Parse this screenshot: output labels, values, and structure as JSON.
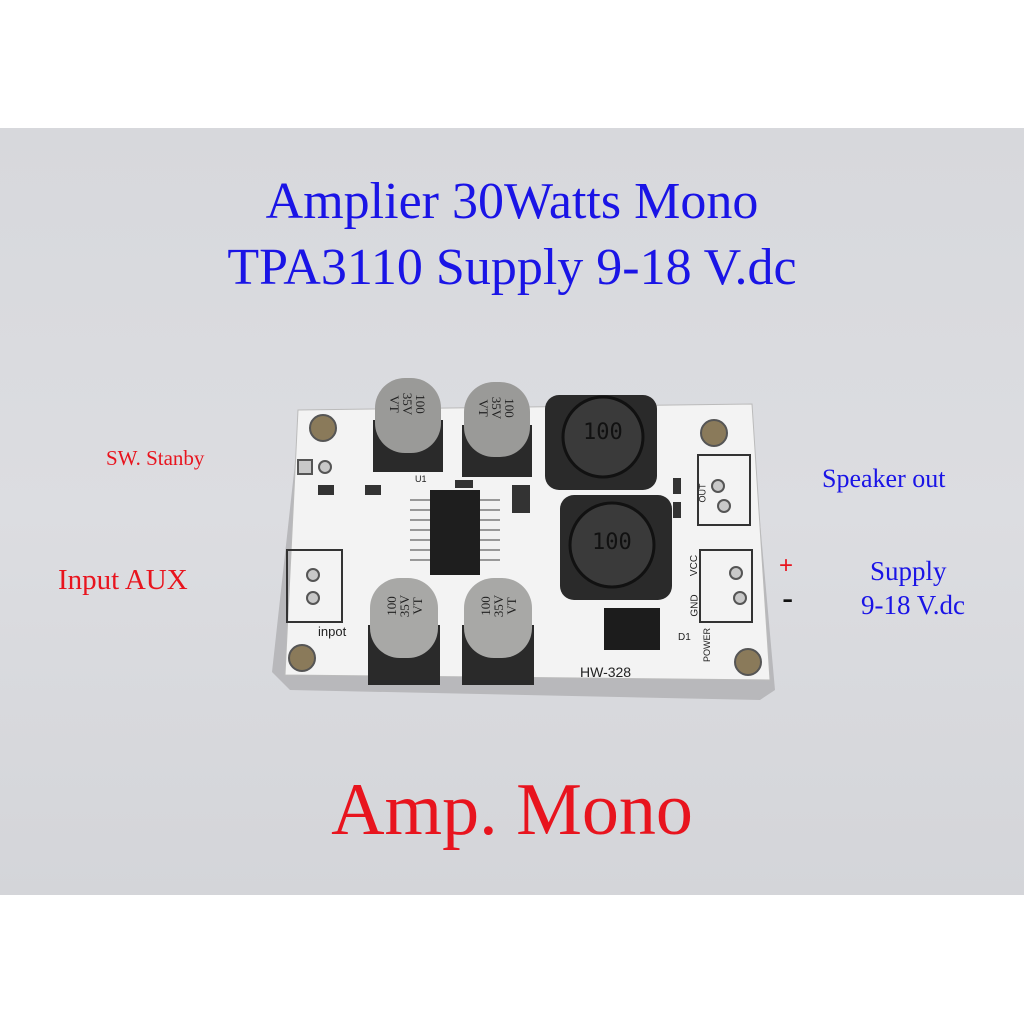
{
  "title": {
    "line1": "Amplier 30Watts Mono",
    "line2": "TPA3110 Supply 9-18 V.dc"
  },
  "labels": {
    "sw_standby": "SW. Stanby",
    "input_aux": "Input AUX",
    "speaker_out": "Speaker out",
    "supply": "Supply",
    "supply_range": "9-18 V.dc",
    "plus": "+",
    "minus": "-"
  },
  "footer": "Amp. Mono",
  "board": {
    "model": "HW-328",
    "inductor_value": "100",
    "capacitor_lines": [
      "100",
      "35V",
      "VT"
    ],
    "silkscreen": {
      "input": "inpot",
      "vcc": "VCC",
      "gnd": "GND",
      "power": "POWER",
      "out": "OUT",
      "ic": "U1",
      "diode": "D1"
    }
  },
  "colors": {
    "title": "#1a14e6",
    "annotation_red": "#e8141e",
    "background": "#d8d9dd",
    "board": "#f2f2f2"
  }
}
